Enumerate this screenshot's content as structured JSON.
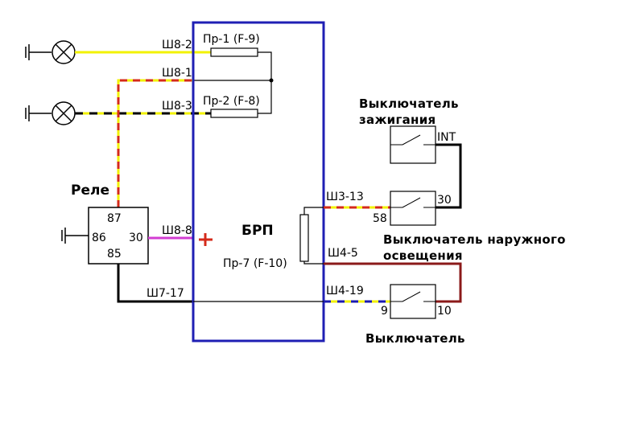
{
  "block": {
    "label": "БРП",
    "fuse7": "Пр-7 (F-10)"
  },
  "fuses": {
    "f1": "Пр-1 (F-9)",
    "f2": "Пр-2 (F-8)"
  },
  "connectors": {
    "sh8_2": "Ш8-2",
    "sh8_1": "Ш8-1",
    "sh8_3": "Ш8-3",
    "sh8_8": "Ш8-8",
    "sh7_17": "Ш7-17",
    "sh3_13": "Ш3-13",
    "sh4_5": "Ш4-5",
    "sh4_19": "Ш4-19"
  },
  "relay": {
    "title": "Реле",
    "p87": "87",
    "p86": "86",
    "p30": "30",
    "p85": "85"
  },
  "plus_sign": "+",
  "ignition_switch": {
    "line1": "Выключатель",
    "line2": "зажигания",
    "pin": "INT"
  },
  "outer_light_switch": {
    "line1": "Выключатель наружного",
    "line2": "освещения",
    "pin_in": "58",
    "pin_out": "30"
  },
  "switch3": {
    "label": "Выключатель",
    "pin_in": "9",
    "pin_out": "10"
  },
  "wire_colors": {
    "yellow": "#f2f200",
    "red": "#d42a1a",
    "black": "#000000",
    "blue": "#1a1ab0",
    "magenta": "#d23cd2",
    "brown": "#8b1a1a",
    "block_border": "#1f1fb4"
  }
}
